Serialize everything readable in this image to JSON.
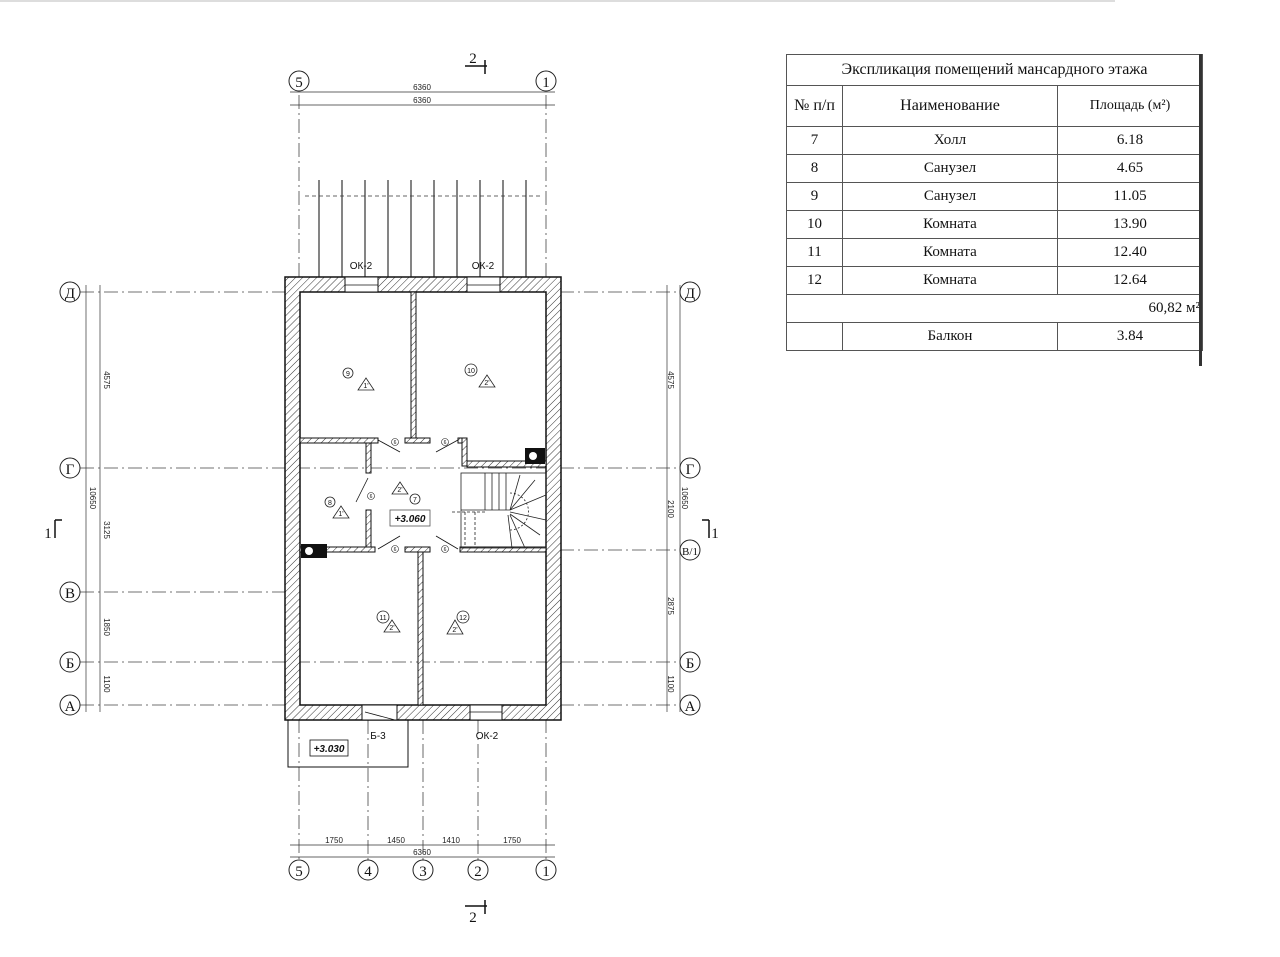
{
  "plan": {
    "axes_columns": [
      "5",
      "4",
      "3",
      "2",
      "1"
    ],
    "axes_rows_left": [
      "Д",
      "Г",
      "В",
      "Б",
      "А"
    ],
    "axes_rows_right": [
      "Д",
      "Г",
      "В/1",
      "Б",
      "А"
    ],
    "top_dims": [
      "6360",
      "6360"
    ],
    "bottom_dims": [
      "1750",
      "1450",
      "1410",
      "1750"
    ],
    "bottom_total": "6360",
    "left_dims": [
      "4575",
      "10650",
      "3125",
      "1850",
      "1100"
    ],
    "right_dims": [
      "4575",
      "10650",
      "2100",
      "2875",
      "1100"
    ],
    "section_top": "2",
    "section_bottom": "2",
    "section_left": "1",
    "section_right": "1",
    "window_top_left": "ОК-2",
    "window_top_right": "ОК-2",
    "balcony_door": "Б-3",
    "window_bottom": "ОК-2",
    "level_floor": "+3.060",
    "level_balcony": "+3.030",
    "rooms": [
      {
        "num": "9",
        "finish": "1'"
      },
      {
        "num": "10",
        "finish": "2'"
      },
      {
        "num": "8",
        "finish": "1'"
      },
      {
        "num": "7",
        "finish": "2'"
      },
      {
        "num": "11",
        "finish": "2'"
      },
      {
        "num": "12",
        "finish": "2'"
      }
    ],
    "door_mark": "6"
  },
  "table": {
    "title": "Экспликация помещений мансардного этажа",
    "headers": [
      "№ п/п",
      "Наименование",
      "Площадь (м²)"
    ],
    "rows": [
      [
        "7",
        "Холл",
        "6.18"
      ],
      [
        "8",
        "Санузел",
        "4.65"
      ],
      [
        "9",
        "Санузел",
        "11.05"
      ],
      [
        "10",
        "Комната",
        "13.90"
      ],
      [
        "11",
        "Комната",
        "12.40"
      ],
      [
        "12",
        "Комната",
        "12.64"
      ]
    ],
    "total": "60,82 м²",
    "balcony": [
      "",
      "Балкон",
      "3.84"
    ]
  }
}
